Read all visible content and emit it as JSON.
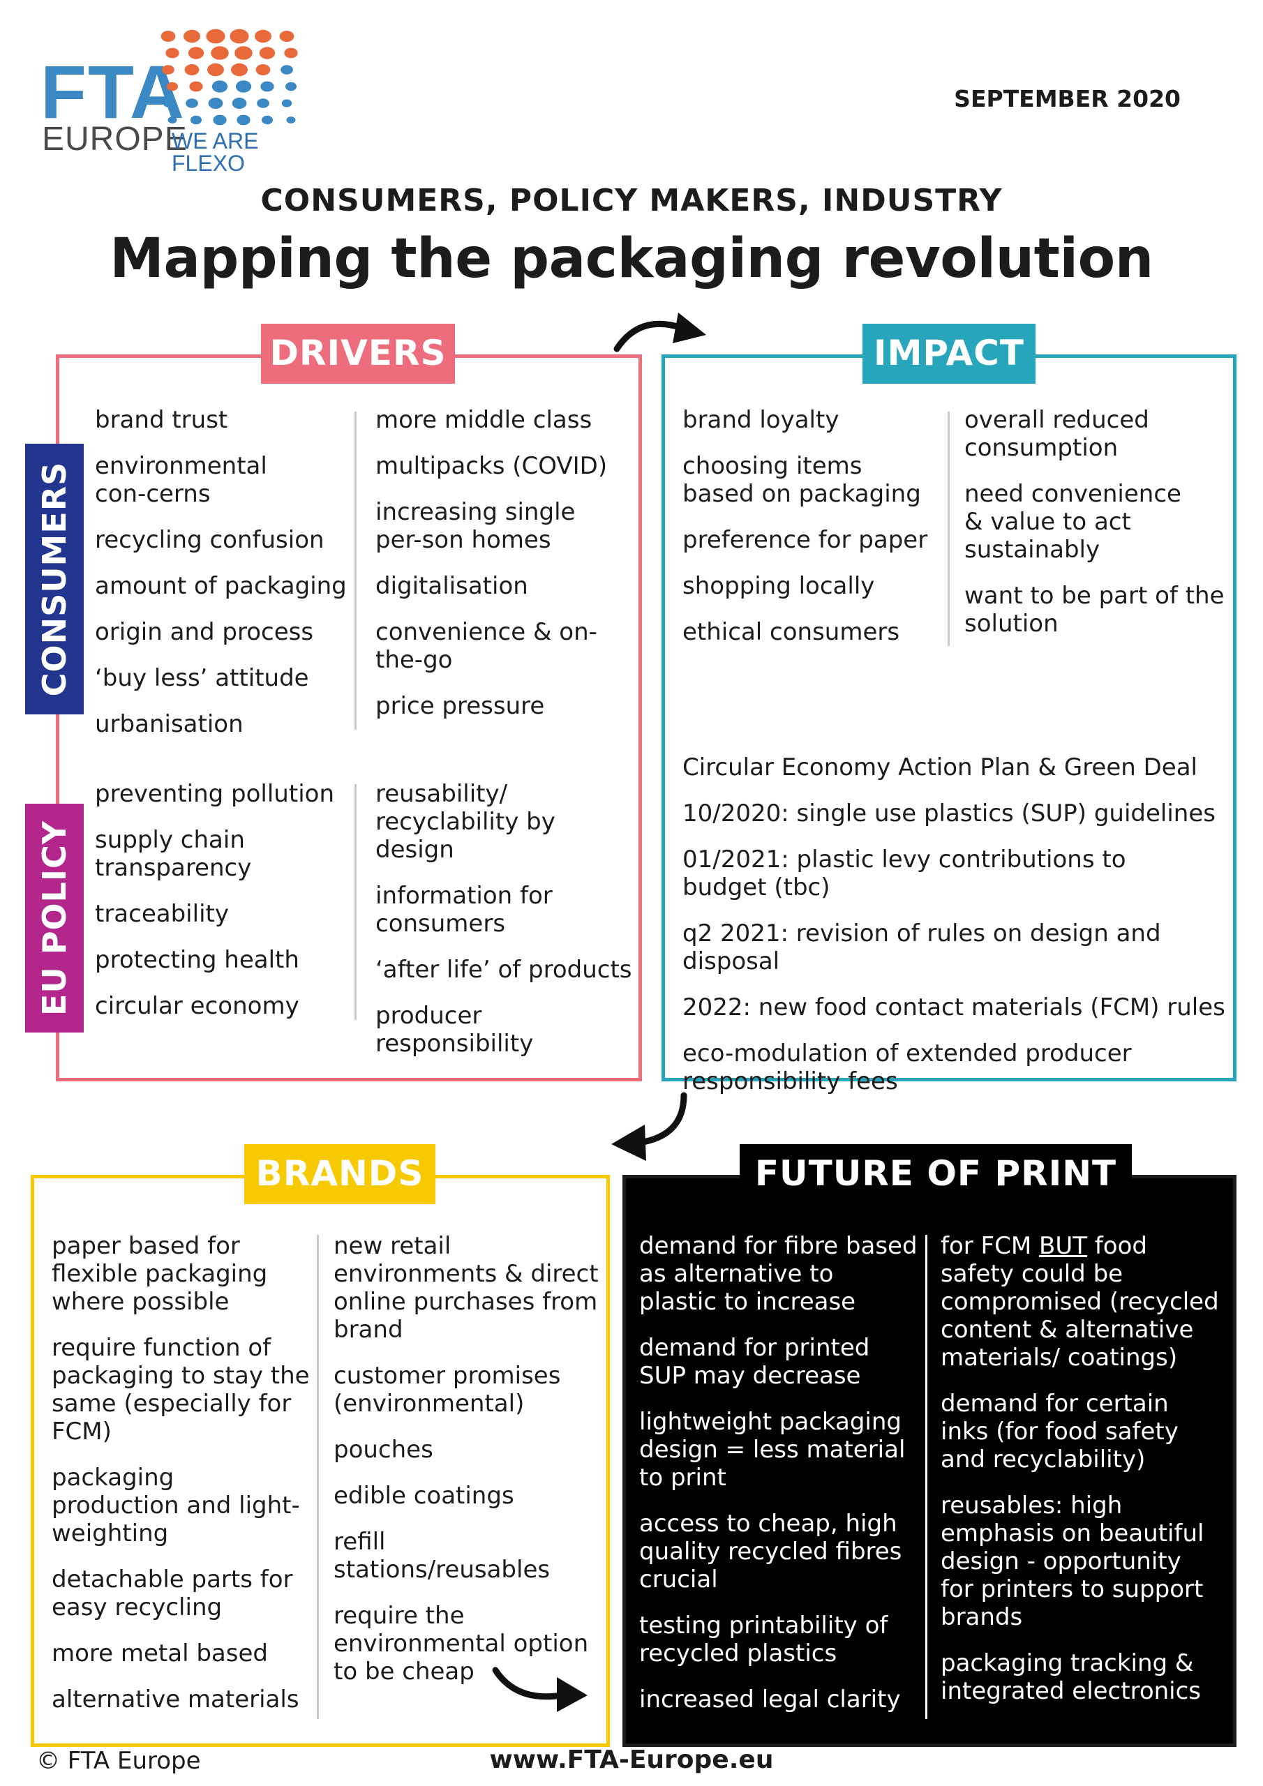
{
  "header": {
    "logo_fta": "FTA",
    "logo_europe": "EUROPE",
    "logo_tagline": "WE ARE FLEXO",
    "date": "SEPTEMBER 2020",
    "subtitle": "CONSUMERS, POLICY MAKERS, INDUSTRY",
    "title": "Mapping the packaging revolution"
  },
  "colors": {
    "drivers": "#ee6d7c",
    "impact": "#27a5ba",
    "brands": "#f6c900",
    "future": "#000000",
    "consumers": "#23368f",
    "eu_policy": "#b3268b",
    "logo_blue": "#3a88c4",
    "logo_orange": "#e86a3a"
  },
  "drivers": {
    "label": "DRIVERS",
    "consumers_label": "CONSUMERS",
    "eu_policy_label": "EU POLICY",
    "consumers_col1": [
      "brand trust",
      "environmental con-cerns",
      "recycling confusion",
      "amount of packaging",
      "origin and process",
      "‘buy less’ attitude",
      "urbanisation"
    ],
    "consumers_col2": [
      "more middle class",
      "multipacks (COVID)",
      "increasing single per-son homes",
      "digitalisation",
      "convenience & on-the-go",
      "price pressure"
    ],
    "policy_col1": [
      "preventing pollution",
      "supply chain transparency",
      "traceability",
      "protecting health",
      "circular economy"
    ],
    "policy_col2": [
      "reusability/ recyclability by design",
      "information for consumers",
      "‘after life’ of products",
      "producer responsibility"
    ]
  },
  "impact": {
    "label": "IMPACT",
    "col1": [
      "brand loyalty",
      "choosing items based on packaging",
      "preference for paper",
      "shopping locally",
      "ethical consumers"
    ],
    "col2": [
      "overall reduced consumption",
      "need convenience & value to act sustainably",
      "want to be part of the solution"
    ],
    "policy": [
      "Circular Economy Action Plan & Green Deal",
      "10/2020: single use plastics (SUP) guidelines",
      "01/2021: plastic levy contributions to budget (tbc)",
      "q2 2021: revision of rules on design and disposal",
      "2022: new food contact materials (FCM) rules",
      "eco-modulation of extended producer responsibility fees"
    ]
  },
  "brands": {
    "label": "BRANDS",
    "col1": [
      "paper based for flexible packaging where possible",
      "require function of packaging to stay the same (especially for FCM)",
      "packaging production and light-weighting",
      "detachable parts for easy recycling",
      "more metal based",
      "alternative materials"
    ],
    "col2": [
      "new retail environments & direct online purchases from brand",
      "customer promises (environmental)",
      "pouches",
      "edible coatings",
      "refill stations/reusables",
      "require the environmental option to be cheap"
    ]
  },
  "future": {
    "label": "FUTURE OF PRINT",
    "col1": [
      "demand for fibre based as alternative to plastic to increase",
      "demand for printed SUP may decrease",
      "lightweight packaging design = less material to print",
      "access to cheap, high quality recycled fibres crucial",
      "testing printability of recycled plastics",
      "increased legal clarity"
    ],
    "col2_first_pre": "for FCM ",
    "col2_first_but": "BUT",
    "col2_first_post": " food safety could be compromised (recycled content & alternative materials/ coatings)",
    "col2": [
      "demand for certain inks (for food safety and recyclability)",
      "reusables: high emphasis on beautiful design - opportunity for printers to support brands",
      "packaging tracking & integrated electronics"
    ]
  },
  "footer": {
    "copyright": "© FTA Europe",
    "url": "www.FTA-Europe.eu"
  }
}
